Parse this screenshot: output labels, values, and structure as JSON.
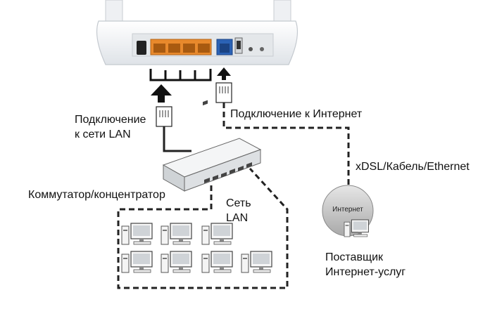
{
  "diagram": {
    "lan_connection_label": [
      "Подключение",
      "к сети LAN"
    ],
    "internet_connection_label": "Подключение к Интернет",
    "wan_type_label": "xDSL/Кабель/Ethernet",
    "switch_label": "Коммутатор/концентратор",
    "lan_label": [
      "Сеть",
      "LAN"
    ],
    "internet_cloud_label": "Интернет",
    "isp_label": [
      "Поставщик",
      "Интернет-услуг"
    ]
  },
  "colors": {
    "lan_port": "#e8892c",
    "wan_port": "#2b62b5",
    "router_body": "#f2f4f7",
    "cable": "#222222",
    "switch_body": "#eef0f2"
  }
}
